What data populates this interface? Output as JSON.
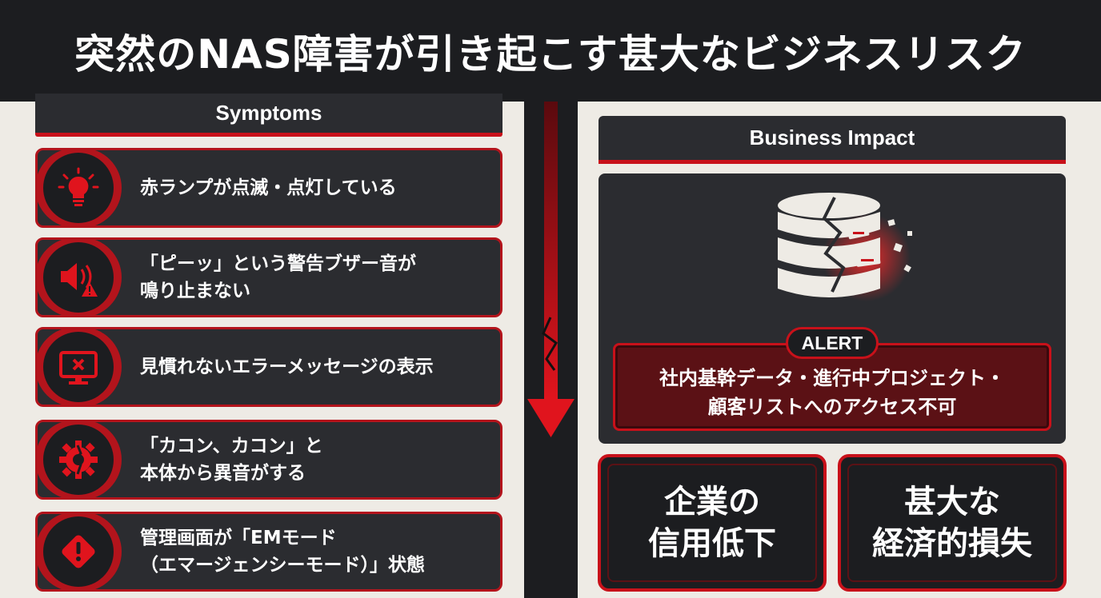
{
  "header": {
    "title": "突然のNAS障害が引き起こす甚大なビジネスリスク"
  },
  "colors": {
    "accent_red": "#c8111a",
    "dark": "#1c1d20",
    "panel_bg": "#eeebe5",
    "card": "#2b2c30"
  },
  "symptoms": {
    "title": "Symptoms",
    "items": [
      {
        "icon": "lightbulb-icon",
        "lines": [
          "赤ランプが点滅・点灯している"
        ]
      },
      {
        "icon": "speaker-warning-icon",
        "lines": [
          "「ピーッ」という警告ブザー音が",
          "鳴り止まない"
        ]
      },
      {
        "icon": "monitor-error-icon",
        "lines": [
          "見慣れないエラーメッセージの表示"
        ]
      },
      {
        "icon": "gear-broken-icon",
        "lines": [
          "「カコン、カコン」と",
          "本体から異音がする"
        ]
      },
      {
        "icon": "warning-diamond-icon",
        "lines": [
          "管理画面が「EMモード",
          "（エマージェンシーモード）」状態"
        ]
      }
    ]
  },
  "impact": {
    "title": "Business Impact",
    "database_icon": "cracked-database-icon",
    "alert": {
      "badge": "ALERT",
      "lines": [
        "社内基幹データ・進行中プロジェクト・",
        "顧客リストへのアクセス不可"
      ]
    },
    "cards": [
      {
        "lines": [
          "企業の",
          "信用低下"
        ]
      },
      {
        "lines": [
          "甚大な",
          "経済的損失"
        ]
      }
    ]
  }
}
